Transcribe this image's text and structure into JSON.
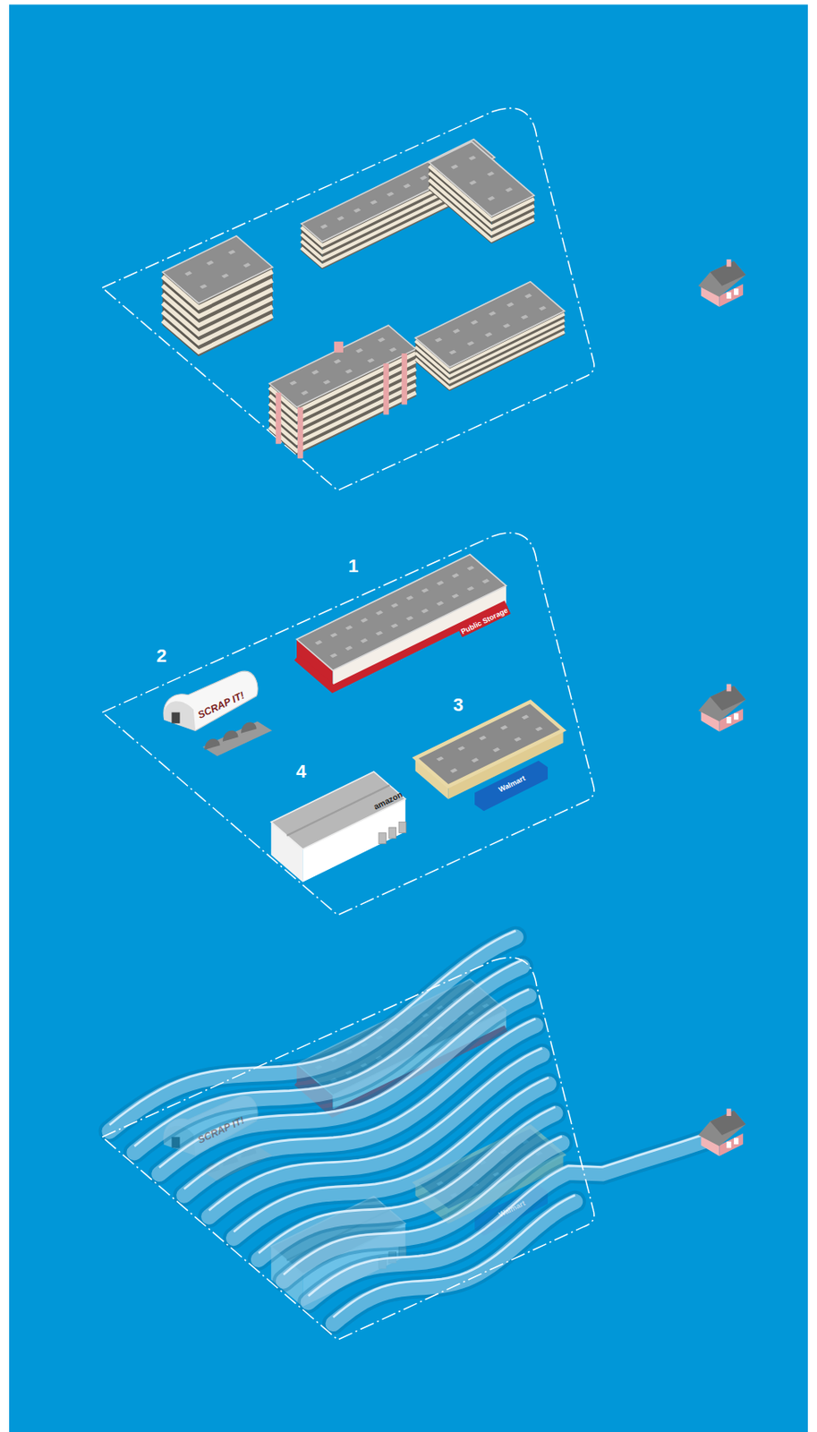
{
  "diagram": {
    "labels": [
      "1",
      "2",
      "3",
      "4",
      "Public Storage",
      "SCRAP IT!",
      "Walmart",
      "amazon",
      "SCRAP IT!",
      "Walmart"
    ]
  }
}
